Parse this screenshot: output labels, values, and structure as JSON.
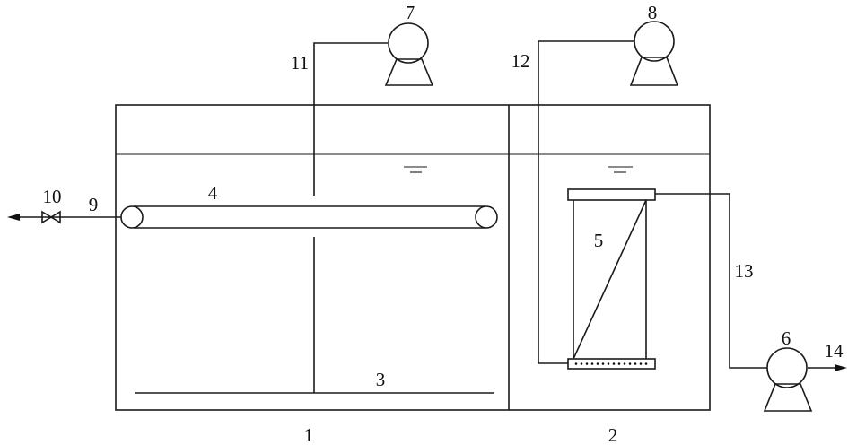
{
  "labels": {
    "tank1": "1",
    "tank2": "2",
    "aeration_pipe": "3",
    "belt": "4",
    "membrane": "5",
    "pump_outlet": "6",
    "pump_air_1": "7",
    "pump_air_2": "8",
    "belt_outlet": "9",
    "valve": "10",
    "pipe_11": "11",
    "pipe_12": "12",
    "pipe_13": "13",
    "outflow": "14"
  }
}
